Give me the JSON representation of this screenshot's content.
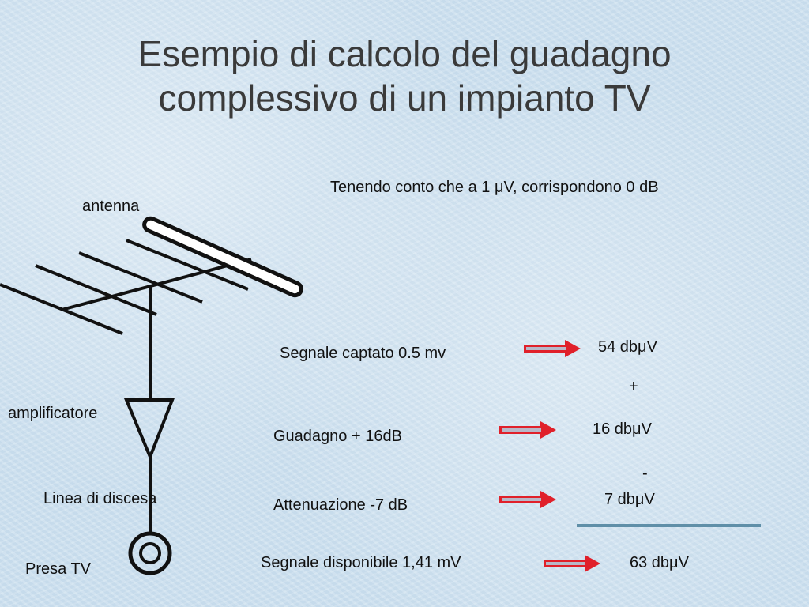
{
  "title": {
    "line1": "Esempio di calcolo del guadagno",
    "line2": "complessivo di un impianto TV"
  },
  "note": "Tenendo conto che a 1 μV, corrispondono 0 dB",
  "labels": {
    "antenna": "antenna",
    "amplificatore": "amplificatore",
    "linea": "Linea di discesa",
    "presa": "Presa TV"
  },
  "calc": {
    "rows": [
      {
        "desc": "Segnale captato 0.5 mv",
        "value": "54 dbμV"
      },
      {
        "desc": "Guadagno + 16dB",
        "value": "16 dbμV"
      },
      {
        "desc": "Attenuazione -7 dB",
        "value": "7 dbμV"
      },
      {
        "desc": "Segnale disponibile 1,41 mV",
        "value": "63 dbμV"
      }
    ],
    "op_plus": "+",
    "op_minus": "-"
  },
  "colors": {
    "arrow_fill": "#e0202a",
    "arrow_core": "#b8b8c8",
    "sum_line": "#5f8fa8",
    "diagram_stroke": "#111111"
  }
}
